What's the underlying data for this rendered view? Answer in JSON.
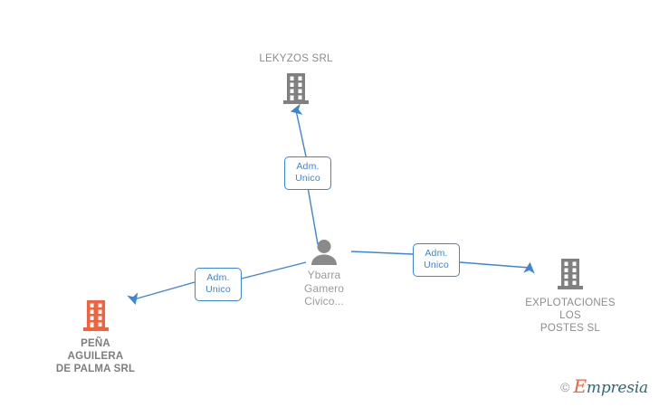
{
  "graph": {
    "background_color": "#ffffff",
    "edge_color": "#3d85d8",
    "nodes": [
      {
        "id": "lekyzos",
        "label": "LEKYZOS SRL",
        "type": "company",
        "icon": "building-icon",
        "icon_color": "#808080",
        "label_position": "above",
        "highlighted": false
      },
      {
        "id": "person",
        "label": "Ybarra\nGamero\nCivico...",
        "type": "person",
        "icon": "person-icon",
        "icon_color": "#8a8a8a",
        "label_position": "below",
        "highlighted": false
      },
      {
        "id": "explotaciones",
        "label": "EXPLOTACIONES\nLOS\nPOSTES SL",
        "type": "company",
        "icon": "building-icon",
        "icon_color": "#808080",
        "label_position": "below",
        "highlighted": false
      },
      {
        "id": "pena",
        "label": "PEÑA\nAGUILERA\nDE PALMA SRL",
        "type": "company",
        "icon": "building-icon",
        "icon_color": "#f4613c",
        "label_position": "below",
        "highlighted": true
      }
    ],
    "edges": [
      {
        "id": "edge-lekyzos",
        "from": "person",
        "to": "lekyzos",
        "label": "Adm.\nUnico",
        "direction": "up"
      },
      {
        "id": "edge-explotaciones",
        "from": "person",
        "to": "explotaciones",
        "label": "Adm.\nUnico",
        "direction": "right"
      },
      {
        "id": "edge-pena",
        "from": "person",
        "to": "pena",
        "label": "Adm.\nUnico",
        "direction": "left-down"
      }
    ]
  },
  "watermark": {
    "copyright_symbol": "©",
    "brand_initial": "E",
    "brand_rest": "mpresia"
  }
}
